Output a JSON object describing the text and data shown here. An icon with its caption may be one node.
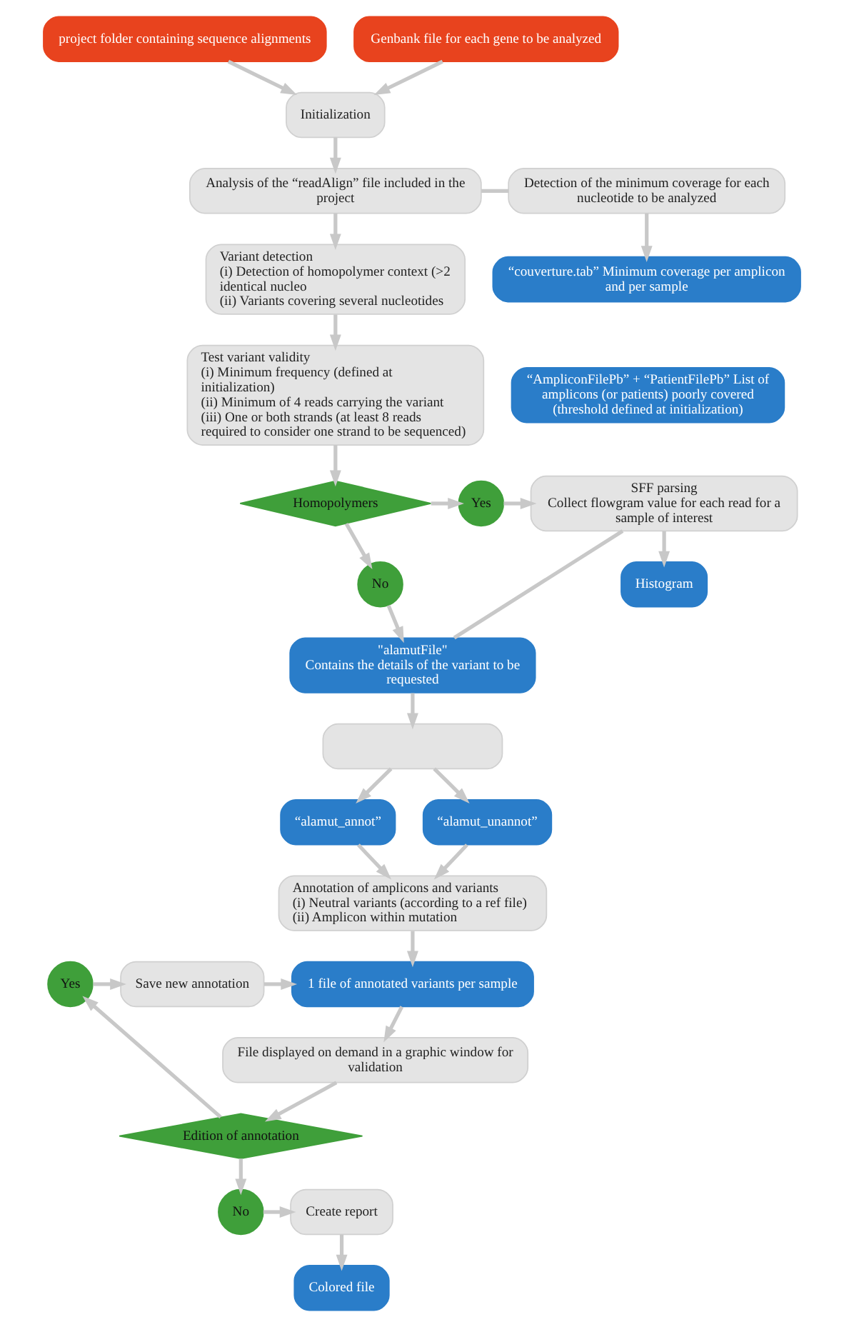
{
  "diagram": {
    "nodes": [
      {
        "text": [
          "project folder containing sequence alignments"
        ]
      },
      {
        "text": [
          "Genbank file for each gene to be analyzed"
        ]
      },
      {
        "text": [
          "Initialization"
        ]
      },
      {
        "text": [
          "Detection of the minimum coverage for each nucleotide to be analyzed"
        ]
      },
      {
        "text": [
          "Analysis of the “readAlign” file included in the project"
        ]
      },
      {
        "text": [
          "“couverture.tab” Minimum coverage per amplicon and per sample"
        ]
      },
      {
        "text": [
          "Variant detection",
          "(i) Detection of homopolymer context (>2 identical nucleo",
          "(ii) Variants covering several nucleotides"
        ]
      },
      {
        "text": [
          "“AmpliconFilePb” + “PatientFilePb” List of amplicons (or patients) poorly covered (threshold defined at initialization)"
        ]
      },
      {
        "text": [
          "Test variant validity",
          "(i) Minimum frequency (defined at initialization)",
          "(ii) Minimum of 4 reads carrying the variant",
          "(iii) One or both strands (at least 8 reads required to consider one strand to be sequenced)"
        ]
      },
      {
        "text": [
          "SFF parsing",
          "Collect flowgram value for each read for a sample of interest"
        ]
      },
      {
        "text": [
          "Yes"
        ]
      },
      {
        "text": [
          "Homopolymers"
        ]
      },
      {
        "text": [
          "Histogram"
        ]
      },
      {
        "text": [
          "No"
        ]
      },
      {
        "text": [
          "\"alamutFile\"",
          "Contains the details of the variant to be requested"
        ]
      },
      {
        "text": [],
        "shape": "box"
      },
      {
        "text": [
          "“alamut_annot”"
        ]
      },
      {
        "text": [
          "“alamut_unannot”"
        ]
      },
      {
        "text": [
          "Annotation of amplicons and variants",
          "(i) Neutral variants (according to a ref file)",
          "(ii) Amplicon within mutation"
        ]
      },
      {
        "text": [
          "Yes"
        ]
      },
      {
        "text": [
          "Save new annotation"
        ]
      },
      {
        "text": [
          "1 file of annotated variants per sample"
        ]
      },
      {
        "text": [
          "Edition of annotation"
        ]
      },
      {
        "text": [
          "File displayed on demand in a graphic window for validation"
        ]
      },
      {
        "text": [
          "No"
        ]
      },
      {
        "text": [
          "Create report"
        ]
      },
      {
        "text": [
          "Colored file"
        ]
      }
    ],
    "edges": [
      {
        "from": 0,
        "to": 2,
        "arrow": "to"
      },
      {
        "from": 1,
        "to": 2,
        "arrow": "to"
      },
      {
        "from": 2,
        "to": 4,
        "arrow": "to"
      },
      {
        "from": 4,
        "to": 3,
        "arrow": "none"
      },
      {
        "from": 3,
        "to": 5,
        "arrow": "to"
      },
      {
        "from": 4,
        "to": 6,
        "arrow": "to"
      },
      {
        "from": 6,
        "to": 8,
        "arrow": "to"
      },
      {
        "from": 8,
        "to": 11,
        "arrow": "to"
      },
      {
        "from": 11,
        "to": 10,
        "arrow": "to"
      },
      {
        "from": 10,
        "to": 9,
        "arrow": "to"
      },
      {
        "from": 9,
        "to": 12,
        "arrow": "to"
      },
      {
        "from": 9,
        "to": 14,
        "arrow": "none"
      },
      {
        "from": 11,
        "to": 13,
        "arrow": "to"
      },
      {
        "from": 13,
        "to": 14,
        "arrow": "to"
      },
      {
        "from": 14,
        "to": 15,
        "arrow": "to"
      },
      {
        "from": 15,
        "to": 16,
        "arrow": "to"
      },
      {
        "from": 15,
        "to": 17,
        "arrow": "to"
      },
      {
        "from": 16,
        "to": 18,
        "arrow": "to"
      },
      {
        "from": 17,
        "to": 18,
        "arrow": "to"
      },
      {
        "from": 18,
        "to": 21,
        "arrow": "to"
      },
      {
        "from": 21,
        "to": 23,
        "arrow": "to"
      },
      {
        "from": 23,
        "to": 22,
        "arrow": "to"
      },
      {
        "from": 22,
        "to": 19,
        "arrow": "to"
      },
      {
        "from": 19,
        "to": 20,
        "arrow": "to"
      },
      {
        "from": 20,
        "to": 21,
        "arrow": "to"
      },
      {
        "from": 22,
        "to": 24,
        "arrow": "to"
      },
      {
        "from": 24,
        "to": 25,
        "arrow": "to"
      },
      {
        "from": 25,
        "to": 26,
        "arrow": "to"
      }
    ]
  }
}
